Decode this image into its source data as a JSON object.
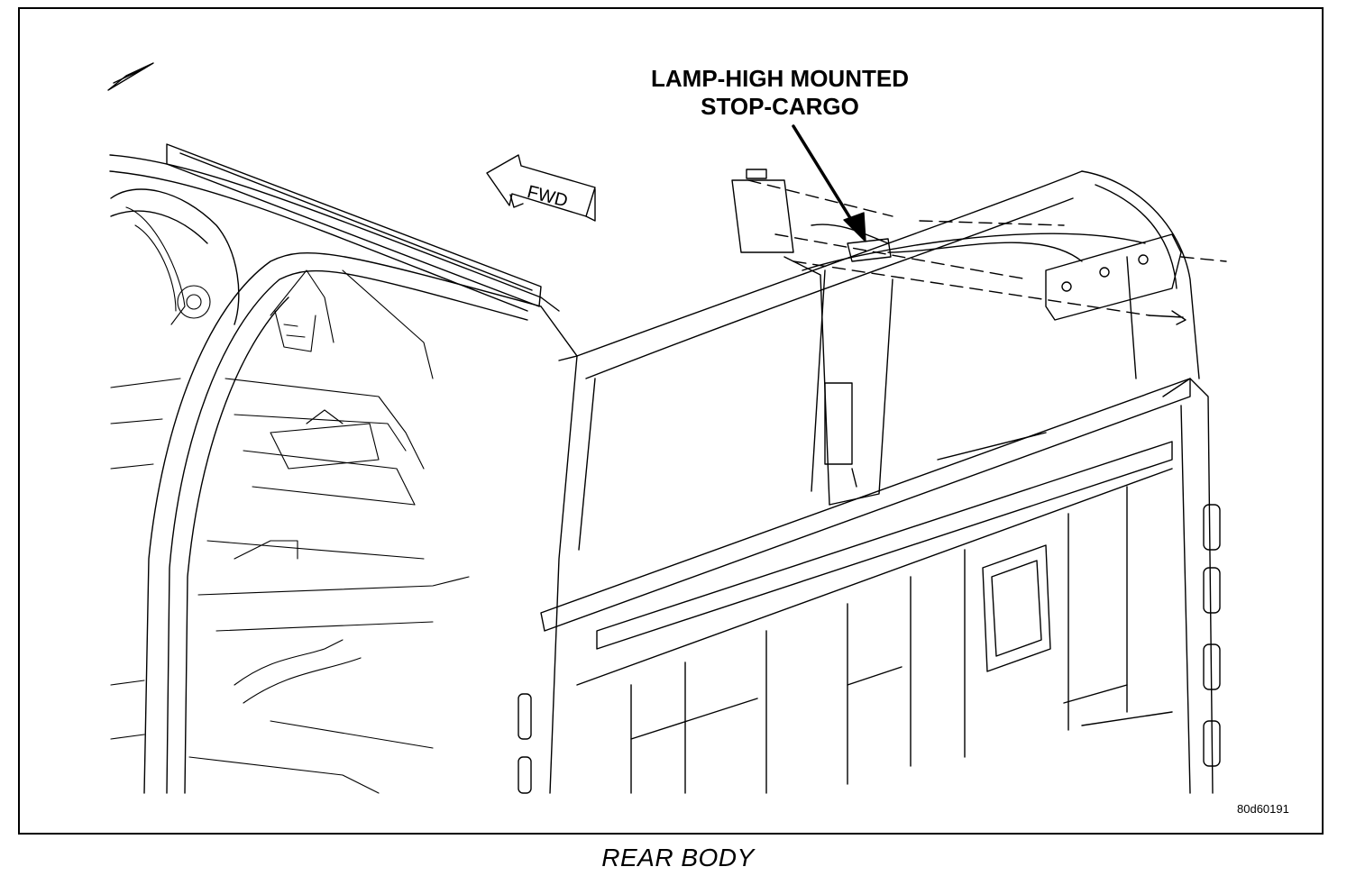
{
  "diagram": {
    "callout_lines": [
      "LAMP-HIGH MOUNTED",
      "STOP-CARGO"
    ],
    "direction_label": "FWD",
    "figure_number": "80d60191",
    "caption": "REAR BODY"
  }
}
